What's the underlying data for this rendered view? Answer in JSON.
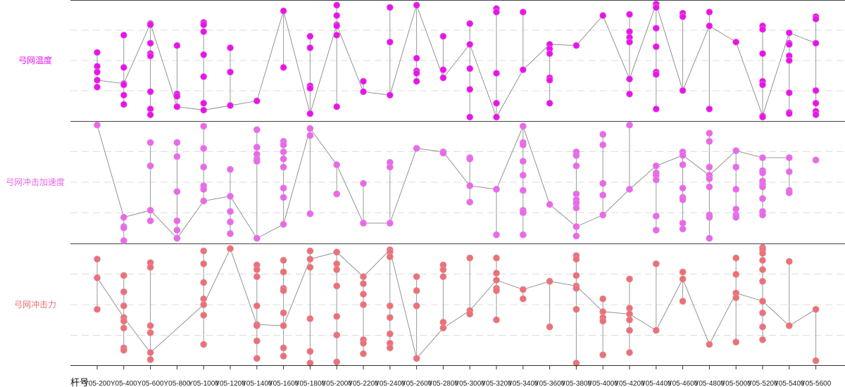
{
  "chart_data": {
    "type": "scatter",
    "x_title": "杆号",
    "categories": [
      "Y05-200",
      "Y05-400",
      "Y05-600",
      "Y05-800",
      "Y05-1000",
      "Y05-1200",
      "Y05-1400",
      "Y05-1600",
      "Y05-1800",
      "Y05-2000",
      "Y05-2200",
      "Y05-2400",
      "Y05-2600",
      "Y05-2800",
      "Y05-3000",
      "Y05-3200",
      "Y05-3400",
      "Y05-3600",
      "Y05-3800",
      "Y05-4000",
      "Y05-4200",
      "Y05-4400",
      "Y05-4600",
      "Y05-4800",
      "Y05-5000",
      "Y05-5200",
      "Y05-5400",
      "Y05-5600"
    ],
    "grid": true,
    "legend": "none",
    "series": [
      {
        "name": "弓网温度",
        "color": "#ee11ee",
        "label_color": "#ee11ee",
        "ylim": [
          0,
          100
        ],
        "points": [
          [
            57,
            45,
            40,
            33,
            27
          ],
          [
            72,
            44,
            30,
            29,
            20,
            12
          ],
          [
            82,
            81,
            65,
            56,
            54,
            23,
            8,
            3
          ],
          [
            63,
            21,
            19,
            10
          ],
          [
            83,
            81,
            75,
            55,
            36,
            13,
            7
          ],
          [
            61,
            40,
            11
          ],
          [
            15
          ],
          [
            44,
            93
          ],
          [
            71,
            61,
            28,
            26,
            4
          ],
          [
            98,
            89,
            81,
            80,
            72,
            10
          ],
          [
            32,
            23
          ],
          [
            20,
            66,
            96
          ],
          [
            98,
            52,
            41,
            39,
            32
          ],
          [
            71,
            42,
            35
          ],
          [
            82,
            64,
            43,
            25,
            1
          ],
          [
            95,
            92,
            39,
            13,
            1
          ],
          [
            92,
            42
          ],
          [
            64,
            60,
            56,
            35,
            33,
            13
          ],
          [
            63
          ],
          [
            89
          ],
          [
            90,
            75,
            70,
            66,
            34,
            21
          ],
          [
            99,
            96,
            78,
            62,
            40,
            38,
            8
          ],
          [
            91,
            88,
            24
          ],
          [
            92,
            80,
            8
          ],
          [
            66
          ],
          [
            80,
            77,
            56,
            32,
            29,
            2,
            1
          ],
          [
            74,
            65,
            64,
            54,
            50,
            22,
            5,
            4
          ],
          [
            88,
            86,
            65,
            24,
            13,
            6,
            3
          ]
        ],
        "path": [
          [
            0,
            3
          ],
          [
            1,
            2
          ],
          [
            2,
            0
          ],
          [
            3,
            3
          ],
          [
            4,
            6
          ],
          [
            5,
            2
          ],
          [
            6,
            0
          ],
          [
            7,
            1
          ],
          [
            8,
            4
          ],
          [
            9,
            2
          ],
          [
            10,
            1
          ],
          [
            11,
            0
          ],
          [
            12,
            0
          ],
          [
            13,
            2
          ],
          [
            14,
            1
          ],
          [
            15,
            4
          ],
          [
            16,
            1
          ],
          [
            17,
            0
          ],
          [
            18,
            0
          ],
          [
            19,
            0
          ],
          [
            20,
            4
          ],
          [
            21,
            0
          ],
          [
            22,
            2
          ],
          [
            23,
            1
          ],
          [
            24,
            0
          ],
          [
            25,
            5
          ],
          [
            26,
            0
          ],
          [
            27,
            2
          ]
        ]
      },
      {
        "name": "弓网冲击加速度",
        "color": "#ee66ee",
        "label_color": "#ee66ee",
        "ylim": [
          0,
          100
        ],
        "points": [
          [
            99
          ],
          [
            20,
            12,
            11,
            0
          ],
          [
            84,
            64,
            26,
            17
          ],
          [
            84,
            72,
            42,
            17,
            9,
            2
          ],
          [
            98,
            79,
            63,
            47,
            44,
            34
          ],
          [
            61,
            38,
            25,
            16,
            6
          ],
          [
            95,
            80,
            74,
            70,
            68,
            2
          ],
          [
            85,
            82,
            76,
            70,
            63,
            45,
            37,
            14
          ],
          [
            96,
            90,
            23
          ],
          [
            65,
            40
          ],
          [
            49,
            15
          ],
          [
            67,
            63,
            15
          ],
          [
            79
          ],
          [
            76,
            75
          ],
          [
            71,
            70,
            47,
            33
          ],
          [
            44,
            5
          ],
          [
            98,
            84,
            82,
            68,
            56,
            43,
            26,
            24,
            5,
            5
          ],
          [
            31
          ],
          [
            76,
            73,
            64,
            40,
            35,
            32,
            28,
            12,
            4
          ],
          [
            91,
            82,
            49,
            39,
            22
          ],
          [
            99,
            44
          ],
          [
            64,
            58,
            56,
            52,
            21,
            9
          ],
          [
            76,
            73,
            65,
            45,
            37,
            35,
            15,
            10
          ],
          [
            92,
            85,
            63,
            56,
            53,
            46,
            22,
            20,
            2
          ],
          [
            77,
            63,
            44,
            27,
            22,
            20
          ],
          [
            71,
            60,
            58,
            51,
            48,
            46,
            36,
            25,
            22
          ],
          [
            71,
            59,
            43,
            41
          ],
          [
            69
          ]
        ],
        "path": [
          [
            0,
            0
          ],
          [
            1,
            0
          ],
          [
            2,
            2
          ],
          [
            3,
            5
          ],
          [
            4,
            5
          ],
          [
            5,
            1
          ],
          [
            6,
            5
          ],
          [
            7,
            7
          ],
          [
            8,
            0
          ],
          [
            9,
            0
          ],
          [
            10,
            1
          ],
          [
            11,
            2
          ],
          [
            12,
            0
          ],
          [
            13,
            0
          ],
          [
            14,
            2
          ],
          [
            15,
            0
          ],
          [
            16,
            0
          ],
          [
            17,
            0
          ],
          [
            18,
            7
          ],
          [
            19,
            4
          ],
          [
            20,
            1
          ],
          [
            21,
            0
          ],
          [
            22,
            1
          ],
          [
            23,
            3
          ],
          [
            24,
            0
          ],
          [
            25,
            0
          ],
          [
            26,
            0
          ],
          [
            27,
            3
          ]
        ]
      },
      {
        "name": "弓网冲击力",
        "color": "#f07070",
        "label_color": "#f07070",
        "ylim": [
          0,
          100
        ],
        "points": [
          [
            89,
            73,
            46
          ],
          [
            75,
            61,
            49,
            39,
            36,
            30,
            13,
            11
          ],
          [
            86,
            82,
            32,
            26,
            9,
            3
          ],
          [],
          [
            96,
            85,
            69,
            55,
            50,
            41,
            16
          ],
          [
            98
          ],
          [
            84,
            80,
            74,
            49,
            33,
            32,
            19,
            4
          ],
          [
            88,
            78,
            64,
            62,
            43,
            32,
            13,
            6
          ],
          [
            96,
            89,
            82,
            38,
            10,
            0
          ],
          [
            95,
            85,
            80,
            66,
            40,
            24,
            1
          ],
          [
            74,
            68,
            59,
            50,
            20,
            17,
            8
          ],
          [
            97,
            95,
            91,
            49,
            39,
            25,
            17,
            13
          ],
          [
            74,
            62,
            49,
            4
          ],
          [
            84,
            80,
            74,
            35,
            30
          ],
          [
            90,
            45,
            42
          ],
          [
            90,
            77,
            71,
            64,
            62,
            37
          ],
          [
            63,
            55
          ],
          [
            70,
            31
          ],
          [
            92,
            89,
            75,
            66,
            64,
            46,
            0
          ],
          [
            55,
            44,
            39,
            36,
            7
          ],
          [
            72,
            47,
            42,
            37,
            28,
            9
          ],
          [
            85,
            28
          ],
          [
            78,
            72,
            53
          ],
          [
            16
          ],
          [
            90,
            76,
            60,
            56,
            18
          ],
          [
            99,
            97,
            94,
            88,
            80,
            70,
            53,
            43,
            31,
            20
          ],
          [
            87,
            32
          ],
          [
            46,
            2
          ]
        ],
        "path": [
          [
            0,
            1
          ],
          [
            1,
            3
          ],
          [
            2,
            4
          ],
          [
            4,
            4
          ],
          [
            5,
            0
          ],
          [
            6,
            4
          ],
          [
            7,
            5
          ],
          [
            8,
            1
          ],
          [
            9,
            0
          ],
          [
            10,
            0
          ],
          [
            11,
            0
          ],
          [
            12,
            3
          ],
          [
            13,
            4
          ],
          [
            14,
            1
          ],
          [
            15,
            2
          ],
          [
            16,
            0
          ],
          [
            17,
            0
          ],
          [
            18,
            3
          ],
          [
            19,
            1
          ],
          [
            20,
            2
          ],
          [
            21,
            1
          ],
          [
            22,
            1
          ],
          [
            23,
            0
          ],
          [
            24,
            2
          ],
          [
            25,
            6
          ],
          [
            26,
            1
          ],
          [
            27,
            0
          ]
        ]
      }
    ]
  }
}
